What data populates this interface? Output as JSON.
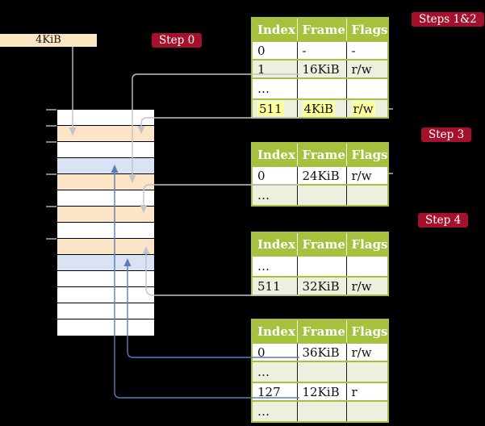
{
  "free_frame_box": {
    "label": "4KiB"
  },
  "badges": {
    "step0": "Step 0",
    "steps12": "Steps 1&2",
    "step3": "Step 3",
    "step4": "Step 4"
  },
  "memory_stack": {
    "rows": [
      "white",
      "wheat",
      "white",
      "blue",
      "wheat",
      "white",
      "wheat",
      "white",
      "wheat",
      "blue",
      "white",
      "white",
      "white",
      "white"
    ]
  },
  "tables": {
    "t1": {
      "headers": [
        "Index",
        "Frame",
        "Flags"
      ],
      "rows": [
        [
          "0",
          "-",
          "-"
        ],
        [
          "1",
          "16KiB",
          "r/w"
        ],
        [
          "…",
          "",
          ""
        ],
        [
          "511",
          "4KiB",
          "r/w"
        ]
      ]
    },
    "t2": {
      "headers": [
        "Index",
        "Frame",
        "Flags"
      ],
      "rows": [
        [
          "0",
          "24KiB",
          "r/w"
        ],
        [
          "…",
          "",
          ""
        ]
      ]
    },
    "t3": {
      "headers": [
        "Index",
        "Frame",
        "Flags"
      ],
      "rows": [
        [
          "…",
          "",
          ""
        ],
        [
          "511",
          "32KiB",
          "r/w"
        ]
      ]
    },
    "t4": {
      "headers": [
        "Index",
        "Frame",
        "Flags"
      ],
      "rows": [
        [
          "0",
          "36KiB",
          "r/w"
        ],
        [
          "…",
          "",
          ""
        ],
        [
          "127",
          "12KiB",
          "r"
        ],
        [
          "…",
          "",
          ""
        ]
      ]
    }
  },
  "colors": {
    "background": "#000000",
    "table_header_green": "#a6c13d",
    "table_row_green": "#ebf1de",
    "highlight_yellow": "#ffff9e",
    "frame_wheat": "#fce4c7",
    "frame_blue": "#d9e3f3",
    "badge_red": "#a5112c",
    "connector_gray": "#bfc3cb",
    "connector_blue": "#5a7cb8",
    "box_fill": "#fae6c3"
  }
}
